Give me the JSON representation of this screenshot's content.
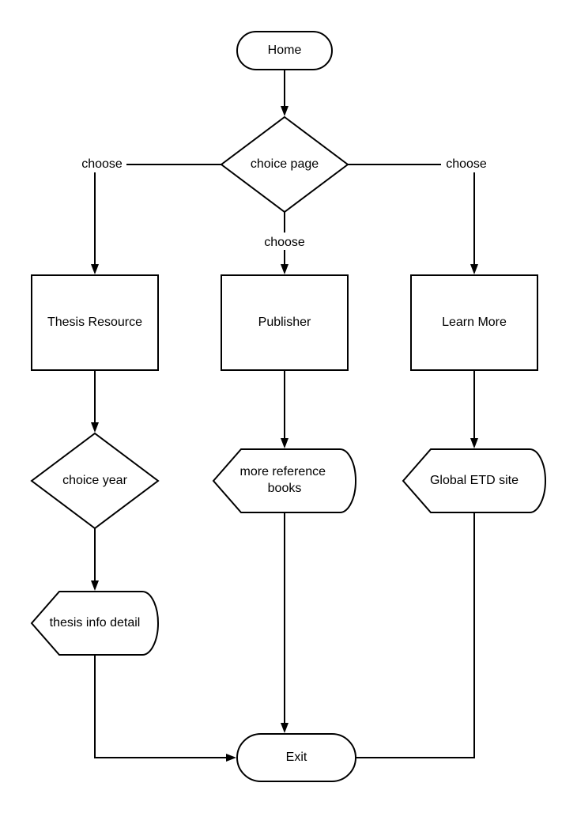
{
  "nodes": {
    "home": "Home",
    "choice_page": "choice page",
    "thesis_resource": "Thesis Resource",
    "publisher": "Publisher",
    "learn_more": "Learn More",
    "choice_year": "choice year",
    "thesis_info_detail": "thesis info detail",
    "more_reference_books": [
      "more reference",
      "books"
    ],
    "global_etd_site": "Global ETD site",
    "exit": "Exit"
  },
  "edges": {
    "left_label": "choose",
    "middle_label": "choose",
    "right_label": "choose"
  }
}
